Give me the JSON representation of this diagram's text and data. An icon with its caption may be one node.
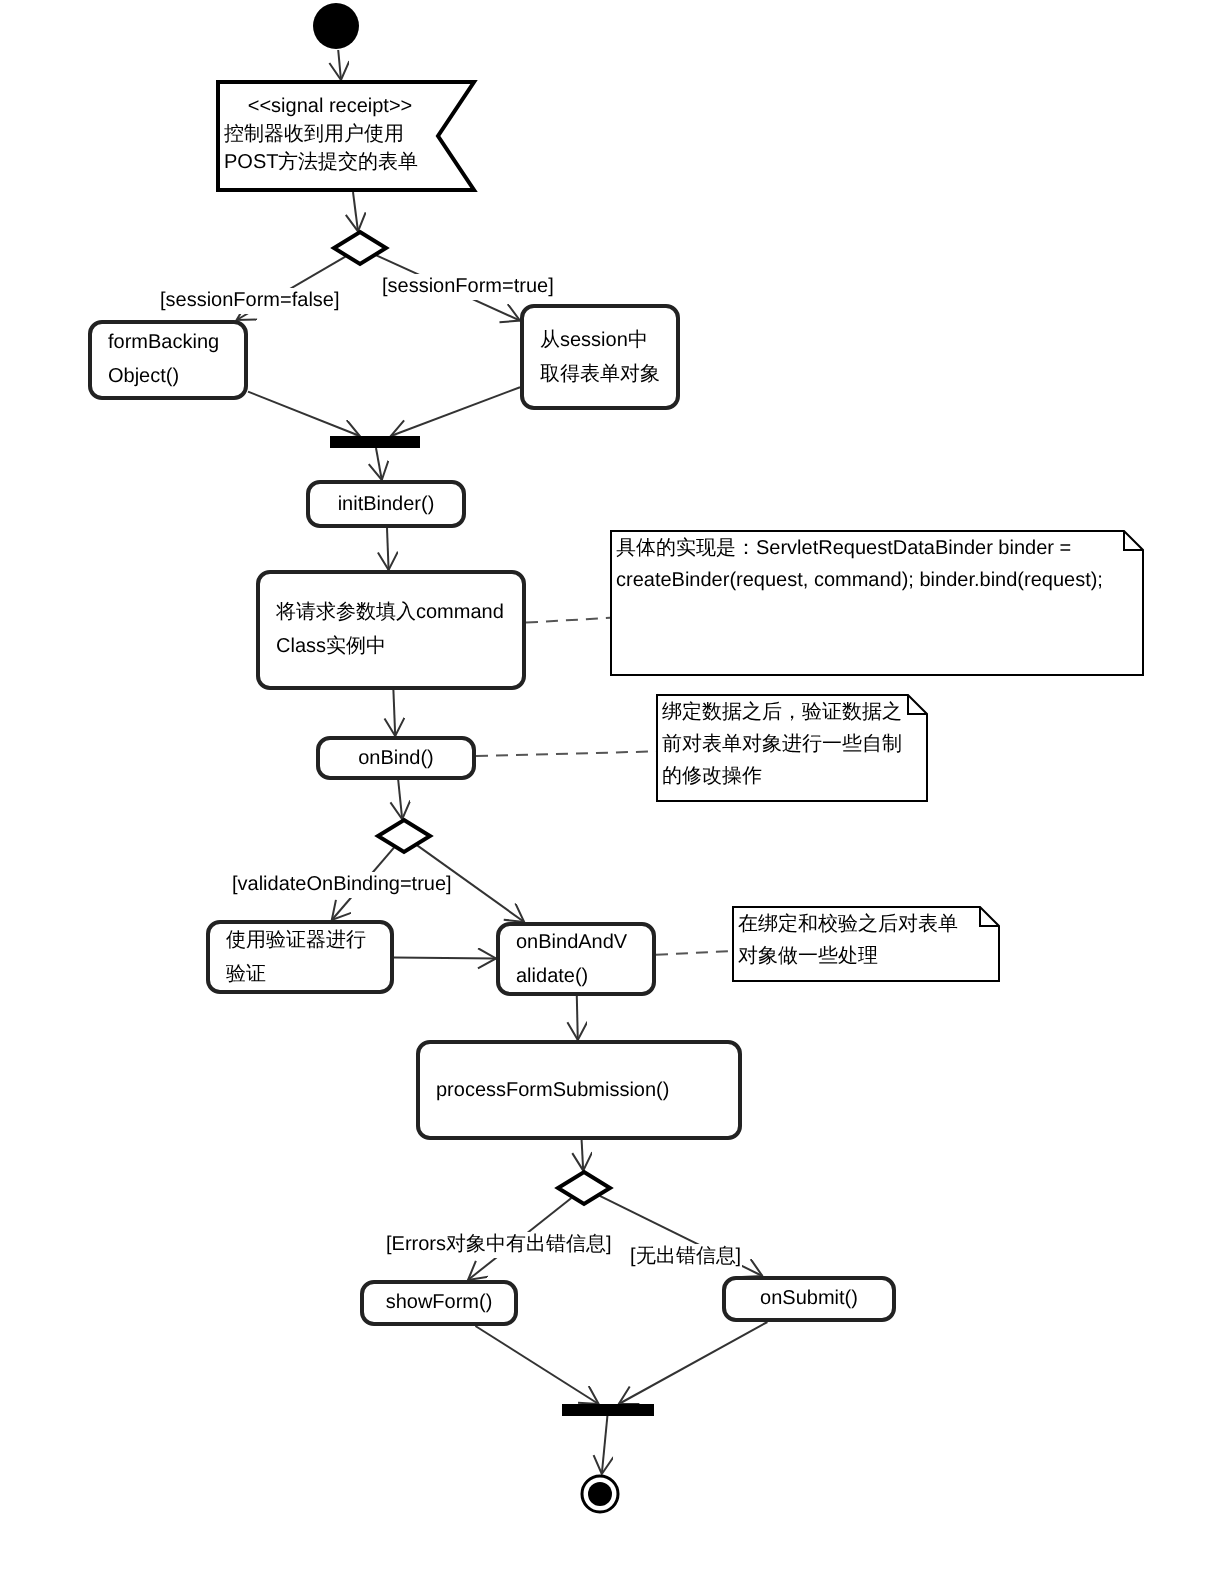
{
  "diagram": {
    "nodes": [
      {
        "text": [],
        "shape": "circle"
      },
      {
        "text": [
          "<<signal receipt>>",
          "控制器收到用户使用POST方法提交的表单"
        ]
      },
      {
        "text": [],
        "shape": "diamond"
      },
      {
        "text": [
          "formBackingObject()"
        ]
      },
      {
        "text": [
          "从session中取得表单对象"
        ]
      },
      {
        "text": [],
        "shape": "bar"
      },
      {
        "text": [
          "initBinder()"
        ]
      },
      {
        "text": [
          "将请求参数填入commandClass实例中"
        ]
      },
      {
        "text": [
          "具体的实现是：ServletRequestDataBinder binder = createBinder(request, command); binder.bind(request);"
        ]
      },
      {
        "text": [
          "onBind()"
        ]
      },
      {
        "text": [
          "绑定数据之后，验证数据之前对表单对象进行一些自制的修改操作"
        ]
      },
      {
        "text": [],
        "shape": "diamond"
      },
      {
        "text": [
          "使用验证器进行验证"
        ]
      },
      {
        "text": [
          "onBindAndValidate()"
        ]
      },
      {
        "text": [
          "在绑定和校验之后对表单对象做一些处理"
        ]
      },
      {
        "text": [
          "processFormSubmission()"
        ]
      },
      {
        "text": [],
        "shape": "diamond"
      },
      {
        "text": [
          "showForm()"
        ]
      },
      {
        "text": [
          "onSubmit()"
        ]
      },
      {
        "text": [],
        "shape": "bar"
      },
      {
        "text": [],
        "shape": "circle"
      }
    ],
    "edges": [
      {
        "from": 0,
        "to": 1,
        "arrow": "to"
      },
      {
        "from": 1,
        "to": 2,
        "arrow": "to"
      },
      {
        "from": 2,
        "to": 3,
        "arrow": "to",
        "label": "[sessionForm=false]"
      },
      {
        "from": 2,
        "to": 4,
        "arrow": "to",
        "label": "[sessionForm=true]"
      },
      {
        "from": 3,
        "to": 5,
        "arrow": "to"
      },
      {
        "from": 4,
        "to": 5,
        "arrow": "to"
      },
      {
        "from": 5,
        "to": 6,
        "arrow": "to"
      },
      {
        "from": 6,
        "to": 7,
        "arrow": "to"
      },
      {
        "from": 7,
        "to": 8,
        "arrow": "none",
        "style": "dashed"
      },
      {
        "from": 7,
        "to": 9,
        "arrow": "to"
      },
      {
        "from": 9,
        "to": 10,
        "arrow": "none",
        "style": "dashed"
      },
      {
        "from": 9,
        "to": 11,
        "arrow": "to"
      },
      {
        "from": 11,
        "to": 12,
        "arrow": "to",
        "label": "[validateOnBinding=true]"
      },
      {
        "from": 11,
        "to": 13,
        "arrow": "to"
      },
      {
        "from": 12,
        "to": 13,
        "arrow": "to"
      },
      {
        "from": 13,
        "to": 14,
        "arrow": "none",
        "style": "dashed"
      },
      {
        "from": 13,
        "to": 15,
        "arrow": "to"
      },
      {
        "from": 15,
        "to": 16,
        "arrow": "to"
      },
      {
        "from": 16,
        "to": 17,
        "arrow": "to",
        "label": "[Errors对象中有出错信息]"
      },
      {
        "from": 16,
        "to": 18,
        "arrow": "to",
        "label": "[无出错信息]"
      },
      {
        "from": 17,
        "to": 19,
        "arrow": "to"
      },
      {
        "from": 18,
        "to": 19,
        "arrow": "to"
      },
      {
        "from": 19,
        "to": 20,
        "arrow": "to"
      }
    ]
  }
}
